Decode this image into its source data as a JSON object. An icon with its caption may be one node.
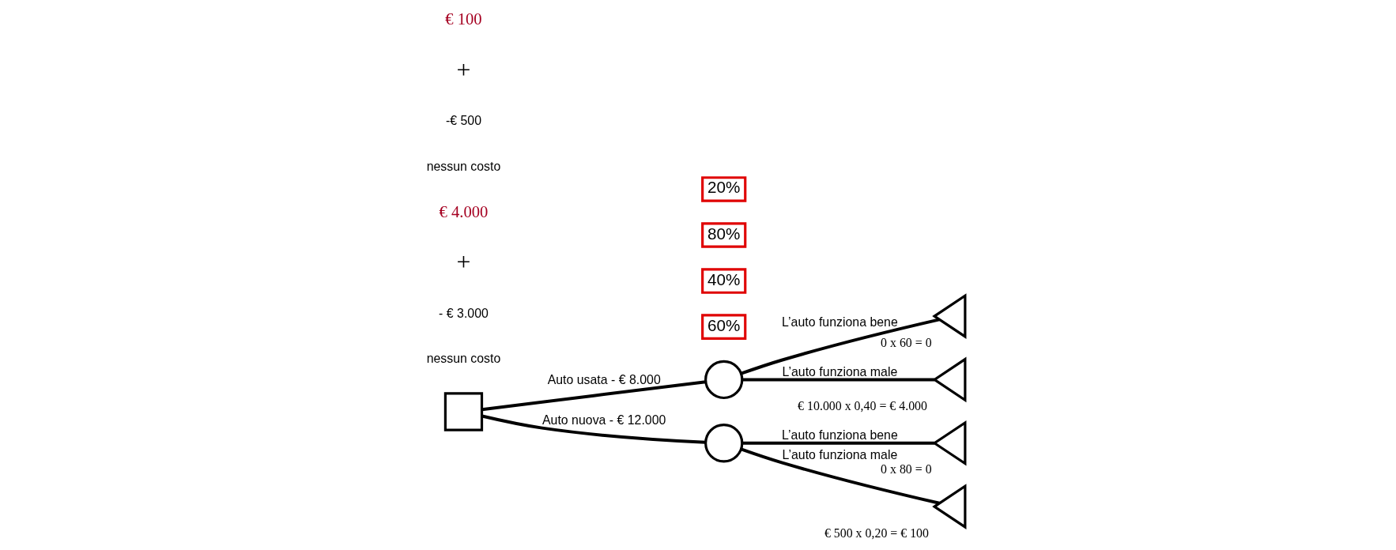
{
  "diagram": {
    "nodes": [
      {
        "text": [],
        "shape": "box"
      },
      {
        "text": [],
        "shape": "circle"
      },
      {
        "text": [],
        "shape": "circle"
      },
      {
        "text": [],
        "shape": "triangle",
        "beside": [
          "0 x 60 = 0"
        ]
      },
      {
        "text": [],
        "shape": "triangle",
        "beside": [
          "€ 10.000 x 0,40 = € 4.000"
        ]
      },
      {
        "text": [],
        "shape": "triangle",
        "beside": [
          "0 x 80 = 0"
        ]
      },
      {
        "text": [],
        "shape": "triangle",
        "beside": [
          "€ 500 x 0,20 = € 100"
        ]
      },
      {
        "text": [
          "60%"
        ]
      },
      {
        "text": [
          "40%"
        ]
      },
      {
        "text": [
          "80%"
        ]
      },
      {
        "text": [
          "20%"
        ]
      }
    ],
    "edges": [
      {
        "from": 0,
        "to": 1,
        "arrow": "none",
        "label": "Auto usata - € 8.000"
      },
      {
        "from": 0,
        "to": 2,
        "arrow": "none",
        "label": "Auto nuova - € 12.000"
      },
      {
        "from": 1,
        "to": 3,
        "arrow": "none",
        "label": "L’auto funziona bene"
      },
      {
        "from": 1,
        "to": 4,
        "arrow": "none",
        "label": "L’auto funziona male"
      },
      {
        "from": 2,
        "to": 5,
        "arrow": "none",
        "label": "L’auto funziona bene"
      },
      {
        "from": 2,
        "to": 6,
        "arrow": "none",
        "label": "L’auto funziona male"
      }
    ],
    "labels": [
      "nessun costo",
      "- € 3.000",
      "+",
      "€ 4.000",
      "nessun costo",
      "-€ 500",
      "+",
      "€ 100"
    ]
  }
}
